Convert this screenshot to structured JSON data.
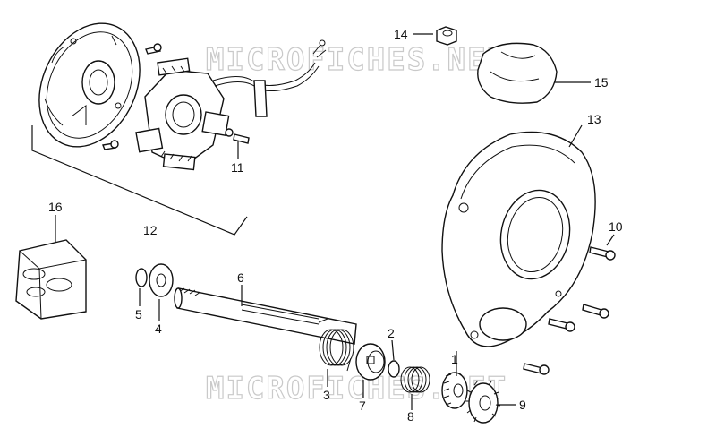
{
  "watermark": {
    "top": "MICROFICHES.NET",
    "bottom": "MICROFICHES.NET"
  },
  "callouts": {
    "p1": "1",
    "p2": "2",
    "p3": "3",
    "p4": "4",
    "p5": "5",
    "p6": "6",
    "p7": "7",
    "p8": "8",
    "p9": "9",
    "p10": "10",
    "p11": "11",
    "p12": "12",
    "p13": "13",
    "p14": "14",
    "p15": "15",
    "p16": "16"
  },
  "colors": {
    "line": "#111111",
    "watermark": "#c9c9c9",
    "background": "#ffffff"
  }
}
